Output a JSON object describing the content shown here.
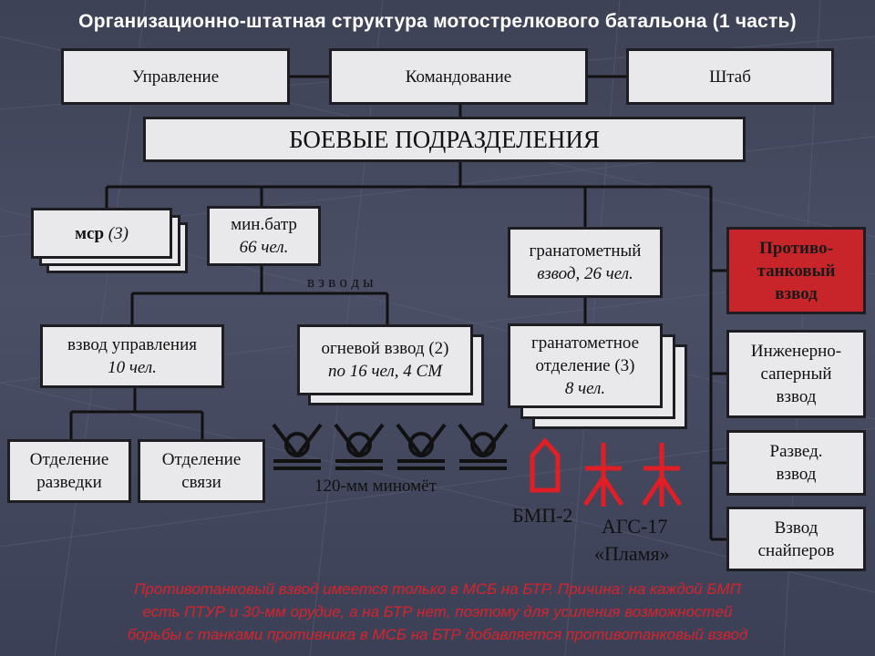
{
  "title": "Организационно-штатная структура мотострелкового батальона (1 часть)",
  "top_row": {
    "upravlenie": "Управление",
    "komandovanie": "Командование",
    "shtab": "Штаб"
  },
  "combat_units": "БОЕВЫЕ ПОДРАЗДЕЛЕНИЯ",
  "msr": {
    "bold": "мср",
    "count": "(3)"
  },
  "min_batr": {
    "line1": "мин.батр",
    "line2": "66 чел."
  },
  "vzvody": "в з в о д ы",
  "vzvod_upr": {
    "line1": "взвод управления",
    "line2": "10 чел."
  },
  "ognevoy": {
    "line1": "огневой взвод (2)",
    "line2": "по 16 чел, 4 СМ"
  },
  "otd_razvedki": {
    "line1": "Отделение",
    "line2": "разведки"
  },
  "otd_svyazi": {
    "line1": "Отделение",
    "line2": "связи"
  },
  "mortar_label": "120-мм миномёт",
  "granat_vzvod": {
    "line1": "гранатометный",
    "line2": "взвод, 26 чел."
  },
  "granat_otd": {
    "line1": "гранатометное",
    "line2": "отделение (3)",
    "line3": "8 чел."
  },
  "bmp_label": "БМП-2",
  "ags_label": {
    "line1": "АГС-17",
    "line2": "«Пламя»"
  },
  "right_column": {
    "ptv": [
      "Противо-",
      "танковый",
      "взвод"
    ],
    "isv": [
      "Инженерно-",
      "саперный",
      "взвод"
    ],
    "razved": [
      "Развед.",
      "взвод"
    ],
    "snipers": [
      "Взвод",
      "снайперов"
    ]
  },
  "note": [
    "Противотанковый взвод имеется только в МСБ на БТР. Причина: на каждой БМП",
    "есть ПТУР и 30-мм орудие, а на БТР нет, поэтому для усиления возможностей",
    "борьбы с танками противника в МСБ на БТР добавляется противотанковый взвод"
  ],
  "colors": {
    "background": "#434860",
    "box_fill": "#e9e9ec",
    "border": "#1e1e22",
    "lines": "#1a1a1a",
    "red_box": "#c8252a",
    "note_text": "#d8232b",
    "symbols_red": "#e01e25",
    "title_text": "#ffffff"
  },
  "icons": [
    "mortar-icon",
    "bmp2-icon",
    "ags17-icon"
  ]
}
